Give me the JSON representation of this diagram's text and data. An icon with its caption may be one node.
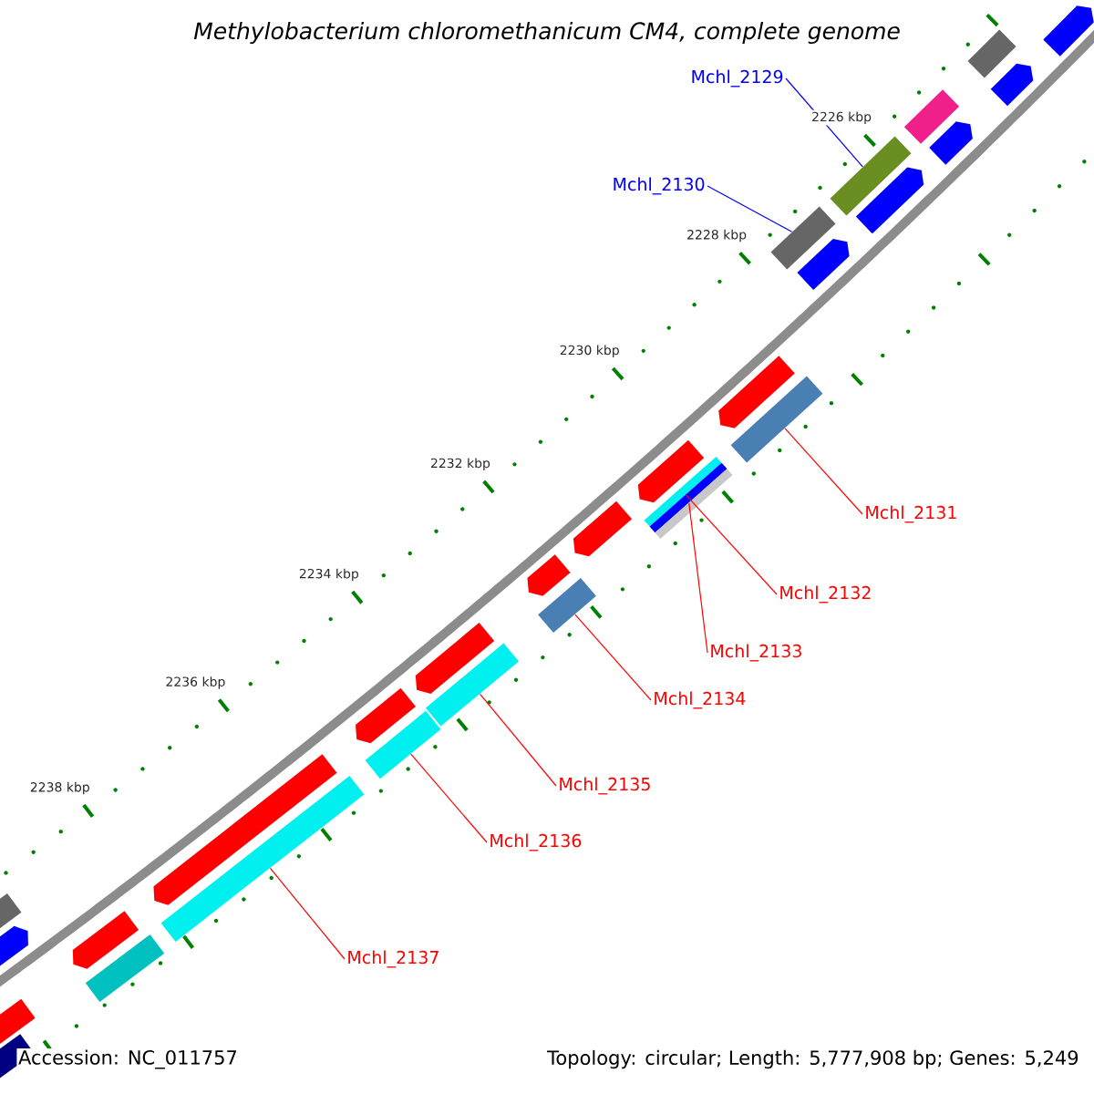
{
  "diagram": {
    "title": "Methylobacterium chloromethanicum CM4, complete genome",
    "nodes": [
      {
        "text": [
          "Mchl_2129"
        ]
      },
      {
        "text": [
          "Mchl_2130"
        ]
      },
      {
        "text": [],
        "shape": "bar"
      },
      {
        "text": [],
        "shape": "bar"
      },
      {
        "text": [],
        "shape": "bar"
      },
      {
        "text": [],
        "shape": "bar"
      },
      {
        "text": [],
        "shape": "bar"
      },
      {
        "text": [],
        "shape": "bar"
      },
      {
        "text": [],
        "shape": "bar"
      },
      {
        "text": [],
        "shape": "bar"
      },
      {
        "text": [],
        "shape": "bar"
      },
      {
        "text": [
          "Mchl_2131"
        ]
      },
      {
        "text": [
          "Mchl_2132"
        ]
      },
      {
        "text": [
          "Mchl_2133"
        ]
      },
      {
        "text": [
          "Mchl_2134"
        ]
      },
      {
        "text": [
          "Mchl_2135"
        ]
      },
      {
        "text": [
          "Mchl_2136"
        ]
      },
      {
        "text": [
          "Mchl_2137"
        ]
      },
      {
        "text": [],
        "shape": "arrow"
      },
      {
        "text": [],
        "shape": "bar"
      },
      {
        "text": [],
        "shape": "arrow"
      },
      {
        "text": [],
        "shape": "bar"
      },
      {
        "text": [],
        "shape": "arrow"
      },
      {
        "text": [],
        "shape": "arrow"
      },
      {
        "text": [],
        "shape": "arrow"
      },
      {
        "text": [],
        "shape": "arrow"
      },
      {
        "text": [],
        "shape": "arrow"
      },
      {
        "text": [],
        "shape": "bar"
      },
      {
        "text": [],
        "shape": "arrow"
      },
      {
        "text": [],
        "shape": "arrow"
      },
      {
        "text": [],
        "shape": "arrow"
      },
      {
        "text": [],
        "shape": "arrow"
      },
      {
        "text": [],
        "shape": "arrow"
      },
      {
        "text": [],
        "shape": "bar"
      },
      {
        "text": [],
        "shape": "arrow"
      },
      {
        "text": [],
        "shape": "arrow"
      },
      {
        "text": [],
        "shape": "bar"
      },
      {
        "text": [],
        "shape": "arrow"
      },
      {
        "text": [],
        "shape": "bar"
      }
    ],
    "edges": [
      {
        "from": 0,
        "to": 2,
        "arrow": "none",
        "color": "#0000ff"
      },
      {
        "from": 1,
        "to": 3,
        "arrow": "none",
        "color": "#0000ff"
      },
      {
        "from": 11,
        "to": 4,
        "arrow": "none"
      },
      {
        "from": 12,
        "to": 5,
        "arrow": "none"
      },
      {
        "from": 13,
        "to": 6,
        "arrow": "none"
      },
      {
        "from": 14,
        "to": 7,
        "arrow": "none"
      },
      {
        "from": 15,
        "to": 8,
        "arrow": "none"
      },
      {
        "from": 16,
        "to": 9,
        "arrow": "none"
      },
      {
        "from": 17,
        "to": 10,
        "arrow": "none"
      }
    ],
    "labels": [
      "2226 kbp",
      "2228 kbp",
      "2230 kbp",
      "2232 kbp",
      "2234 kbp",
      "2236 kbp",
      "2238 kbp",
      "Accession: NC_011757",
      "Topology: circular; Length: 5,777,908 bp; Genes: 5,249"
    ]
  }
}
